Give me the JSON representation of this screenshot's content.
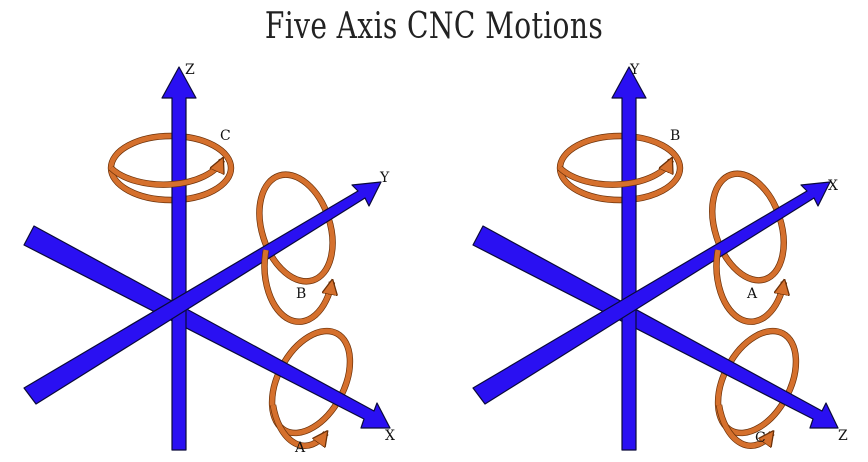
{
  "title": "Five Axis CNC Motions",
  "colors": {
    "axis_fill": "#2a10f2",
    "axis_stroke": "#0a0a3a",
    "rotation_fill": "#d5702d",
    "rotation_stroke": "#6a3008"
  },
  "left": {
    "vertical_label": "Z",
    "diagonal_up_label": "Y",
    "diagonal_down_label": "X",
    "rotation_vertical_label": "C",
    "rotation_up_label": "B",
    "rotation_down_label": "A"
  },
  "right": {
    "vertical_label": "Y",
    "diagonal_up_label": "X",
    "diagonal_down_label": "Z",
    "rotation_vertical_label": "B",
    "rotation_up_label": "A",
    "rotation_down_label": "C"
  }
}
